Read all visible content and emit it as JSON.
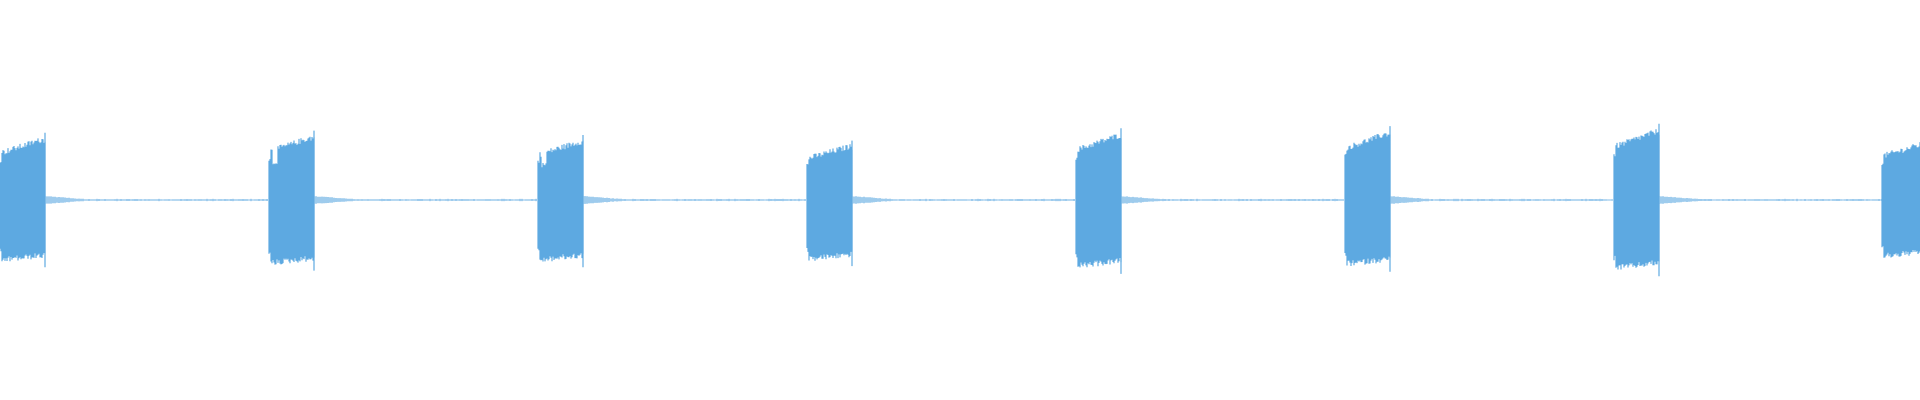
{
  "waveform": {
    "color": "#5DA9E1",
    "background": "#FFFFFF",
    "bursts": [
      {
        "peak_top": 0.6,
        "peak_bottom": 0.6,
        "notch": false
      },
      {
        "peak_top": 0.62,
        "peak_bottom": 0.63,
        "notch": true
      },
      {
        "peak_top": 0.58,
        "peak_bottom": 0.6,
        "notch": true
      },
      {
        "peak_top": 0.53,
        "peak_bottom": 0.59,
        "notch": false
      },
      {
        "peak_top": 0.64,
        "peak_bottom": 0.66,
        "notch": false
      },
      {
        "peak_top": 0.66,
        "peak_bottom": 0.64,
        "notch": false
      },
      {
        "peak_top": 0.68,
        "peak_bottom": 0.68,
        "notch": false
      },
      {
        "peak_top": 0.56,
        "peak_bottom": 0.56,
        "notch": false
      }
    ]
  }
}
